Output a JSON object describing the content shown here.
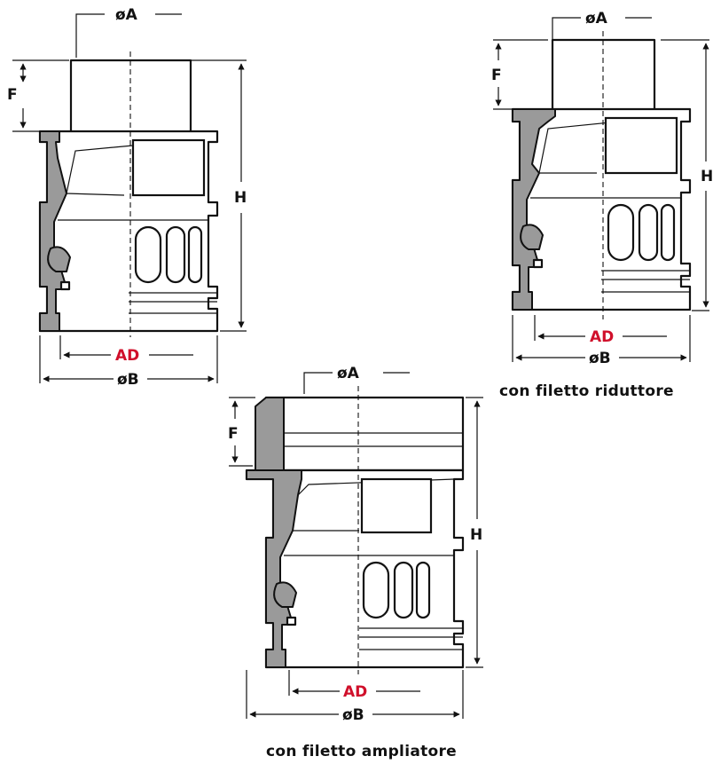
{
  "dimension_labels": {
    "diameter_a": "øA",
    "diameter_b": "øB",
    "ad": "AD",
    "f": "F",
    "h": "H"
  },
  "captions": {
    "reducer": "con filetto riduttore",
    "expander": "con filetto ampliatore"
  },
  "colors": {
    "ad_label": "#d0102b",
    "section_fill": "#9a9a9a",
    "outline": "#111111"
  }
}
